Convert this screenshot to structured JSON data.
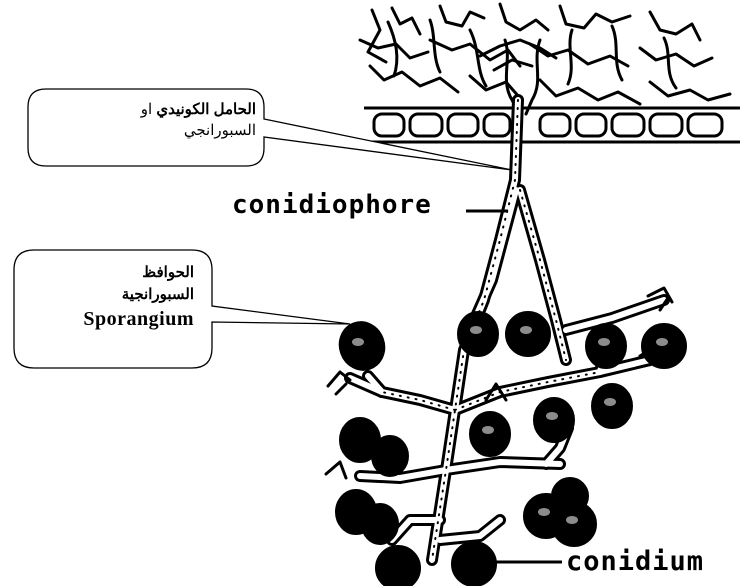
{
  "callouts": {
    "conidiophore_ar": {
      "line1_bold": "الحامل الكونيدي",
      "line1_rest": " او",
      "line2": "السبورانجي"
    },
    "sporangium_ar": {
      "line1": "الحوافظ",
      "line2": "السبورانجية",
      "line3": "Sporangium"
    }
  },
  "labels": {
    "conidiophore": "conidiophore",
    "conidium": "conidium"
  }
}
